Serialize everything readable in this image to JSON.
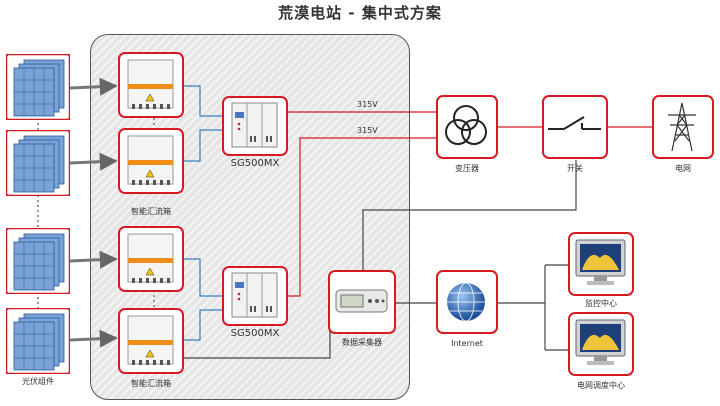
{
  "title": "荒漠电站 - 集中式方案",
  "labels": {
    "pv_modules": "光伏组件",
    "combiner_box": "智能汇流箱",
    "inverter": "SG500MX",
    "voltage": "315V",
    "transformer": "变压器",
    "switch": "开关",
    "grid": "电网",
    "data_logger": "数据采集器",
    "internet": "Internet",
    "monitoring_center": "监控中心",
    "dispatch_center": "电网调度中心"
  },
  "colors": {
    "accent_red": "#d71920",
    "dc_line_blue": "#3a7fc1",
    "signal_line": "#444444",
    "panel_bg": "#e6e6e6"
  }
}
